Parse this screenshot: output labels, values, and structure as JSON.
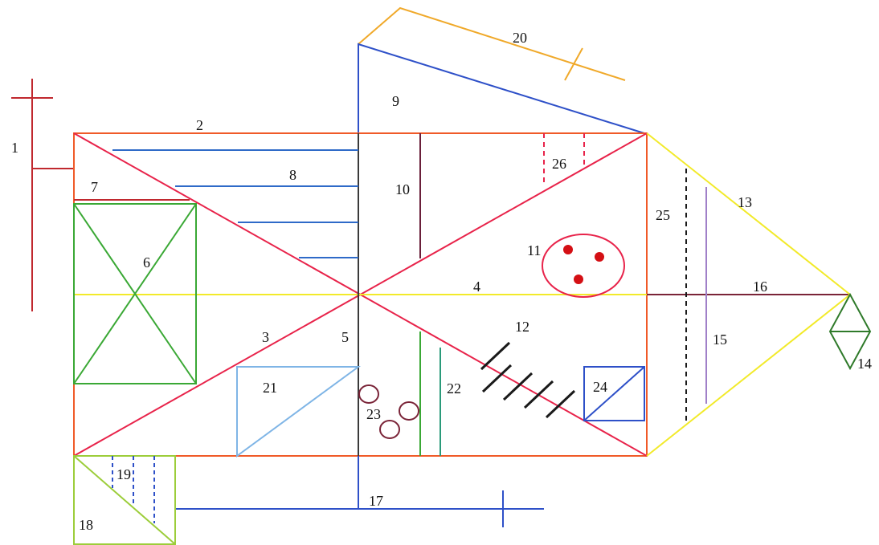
{
  "figure": {
    "labels": {
      "l1": "1",
      "l2": "2",
      "l3": "3",
      "l4": "4",
      "l5": "5",
      "l6": "6",
      "l7": "7",
      "l8": "8",
      "l9": "9",
      "l10": "10",
      "l11": "11",
      "l12": "12",
      "l13": "13",
      "l14": "14",
      "l15": "15",
      "l16": "16",
      "l17": "17",
      "l18": "18",
      "l19": "19",
      "l20": "20",
      "l21": "21",
      "l22": "22",
      "l23": "23",
      "l24": "24",
      "l25": "25",
      "l26": "26"
    },
    "colors": {
      "orange_red": "#f05a28",
      "crimson": "#e8234a",
      "yellow": "#f2ea2a",
      "green": "#3aa835",
      "lime": "#9ccd3a",
      "blue": "#2e50c8",
      "light_blue": "#7fb5e6",
      "dark_red": "#9e1b24",
      "maroon": "#7a2438",
      "amber": "#f0a92a",
      "black": "#1a1a1a",
      "violet": "#a080c8",
      "teal": "#2a9a7a",
      "red_dot": "#d40f14"
    }
  }
}
